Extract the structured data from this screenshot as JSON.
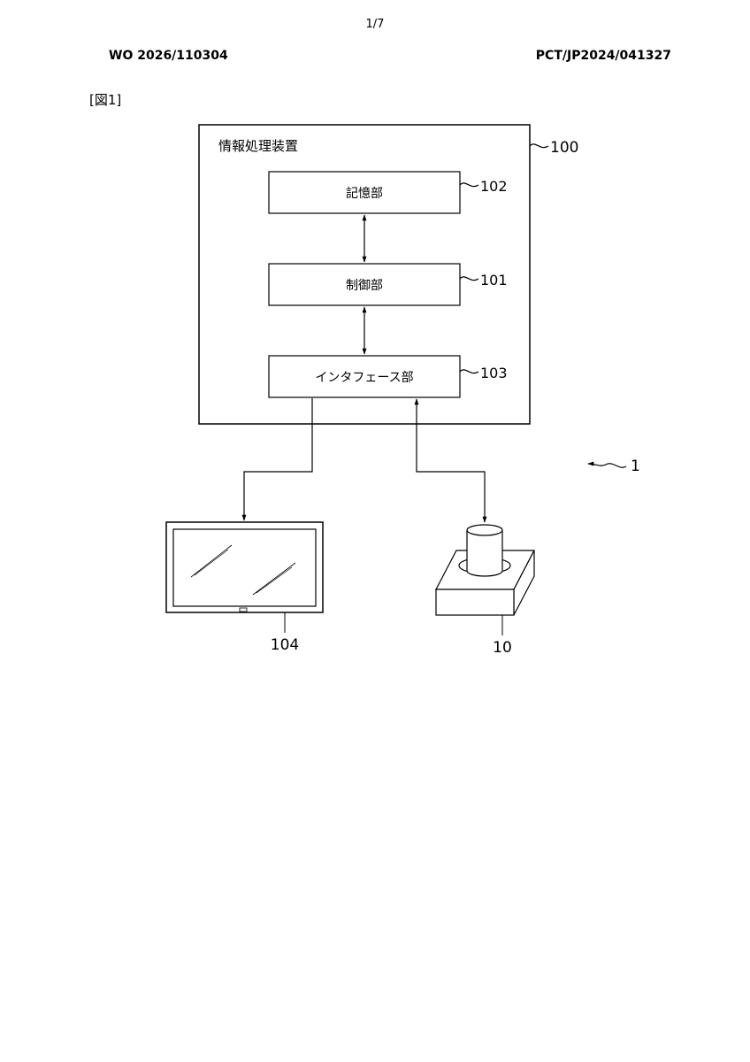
{
  "header": {
    "page_number": "1/7",
    "publication_number": "WO 2026/110304",
    "application_number": "PCT/JP2024/041327"
  },
  "figure": {
    "label": "[図1]",
    "device_title": "情報処理装置",
    "device_ref": "100",
    "system_ref": "1",
    "blocks": {
      "storage": {
        "label": "記憶部",
        "ref": "102"
      },
      "control": {
        "label": "制御部",
        "ref": "101"
      },
      "interface": {
        "label": "インタフェース部",
        "ref": "103"
      }
    },
    "display_ref": "104",
    "sensor_ref": "10"
  }
}
